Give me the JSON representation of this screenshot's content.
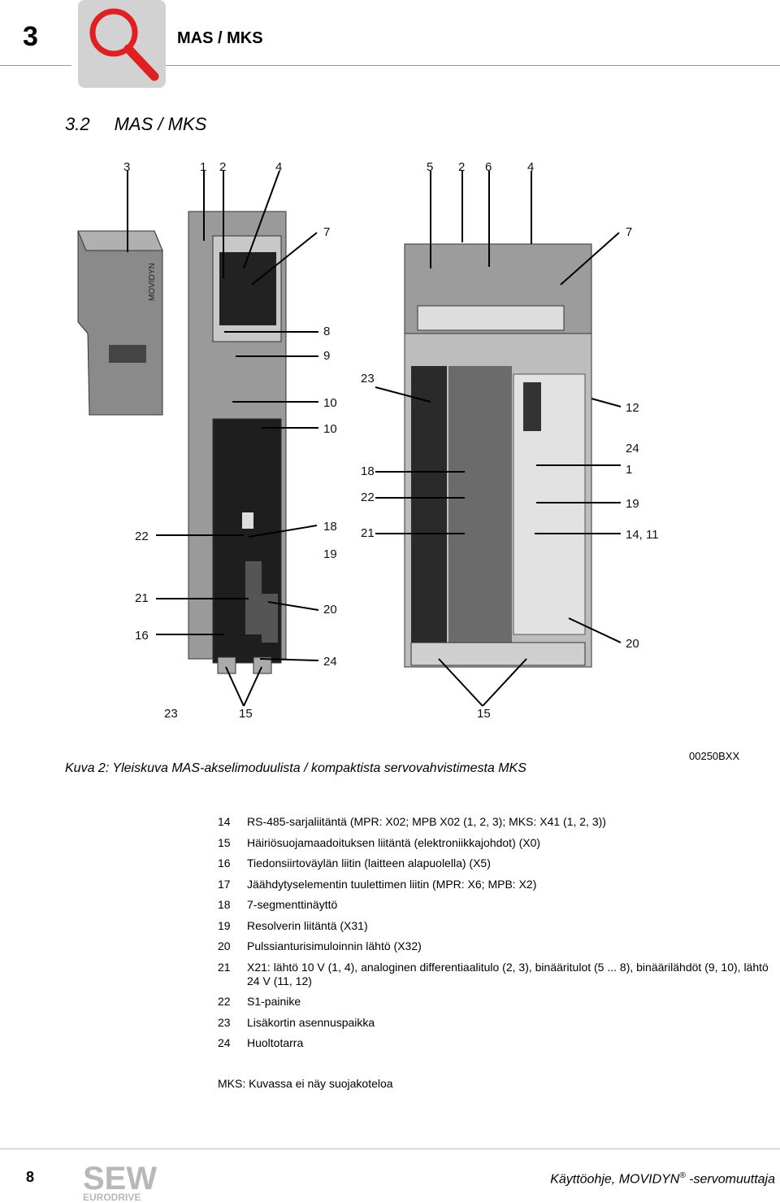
{
  "header": {
    "chapter": "3",
    "title": "MAS / MKS"
  },
  "section": {
    "number": "3.2",
    "title": "MAS / MKS"
  },
  "figure": {
    "callouts_top_left": [
      "3",
      "1",
      "2",
      "4"
    ],
    "callouts_top_right": [
      "5",
      "2",
      "6",
      "4"
    ],
    "callouts_left": [
      "22",
      "21",
      "16"
    ],
    "callouts_mid": [
      "7",
      "8",
      "9",
      "10",
      "10",
      "18",
      "19",
      "20",
      "24"
    ],
    "callouts_center": [
      "23",
      "18",
      "22",
      "21"
    ],
    "callouts_right": [
      "7",
      "12",
      "24",
      "1",
      "19",
      "14, 11",
      "20"
    ],
    "callouts_bottom": [
      "23",
      "15",
      "15"
    ],
    "caption": "Kuva 2: Yleiskuva MAS-akselimoduulista / kompaktista servovahvistimesta MKS",
    "image_code": "00250BXX",
    "device_label": "MOVIDYN",
    "logo": "SEW EURODRIVE"
  },
  "legend": [
    {
      "n": "14",
      "t": "RS-485-sarjaliitäntä (MPR: X02; MPB X02 (1, 2, 3); MKS: X41 (1, 2, 3))"
    },
    {
      "n": "15",
      "t": "Häiriösuojamaadoituksen liitäntä (elektroniikkajohdot) (X0)"
    },
    {
      "n": "16",
      "t": "Tiedonsiirtoväylän liitin (laitteen alapuolella) (X5)"
    },
    {
      "n": "17",
      "t": "Jäähdytyselementin tuulettimen liitin (MPR: X6; MPB: X2)"
    },
    {
      "n": "18",
      "t": "7-segmenttinäyttö"
    },
    {
      "n": "19",
      "t": "Resolverin liitäntä (X31)"
    },
    {
      "n": "20",
      "t": "Pulssianturisimuloinnin lähtö (X32)"
    },
    {
      "n": "21",
      "t": "X21: lähtö 10 V (1, 4), analoginen differentiaalitulo (2, 3), binääritulot (5 ... 8), binäärilähdöt (9, 10), lähtö 24 V (11, 12)"
    },
    {
      "n": "22",
      "t": "S1-painike"
    },
    {
      "n": "23",
      "t": "Lisäkortin asennuspaikka"
    },
    {
      "n": "24",
      "t": "Huoltotarra"
    }
  ],
  "note": "MKS: Kuvassa ei näy suojakoteloa",
  "footer": {
    "page": "8",
    "title": "Käyttöohje, MOVIDYN",
    "reg": "®",
    "title_suffix": " -servomuuttaja",
    "logo_top": "SEW",
    "logo_bottom": "EURODRIVE"
  },
  "colors": {
    "icon_bg": "#d2d2d2",
    "magnifier": "#e02020",
    "logo_grey": "#b8b8b8"
  }
}
